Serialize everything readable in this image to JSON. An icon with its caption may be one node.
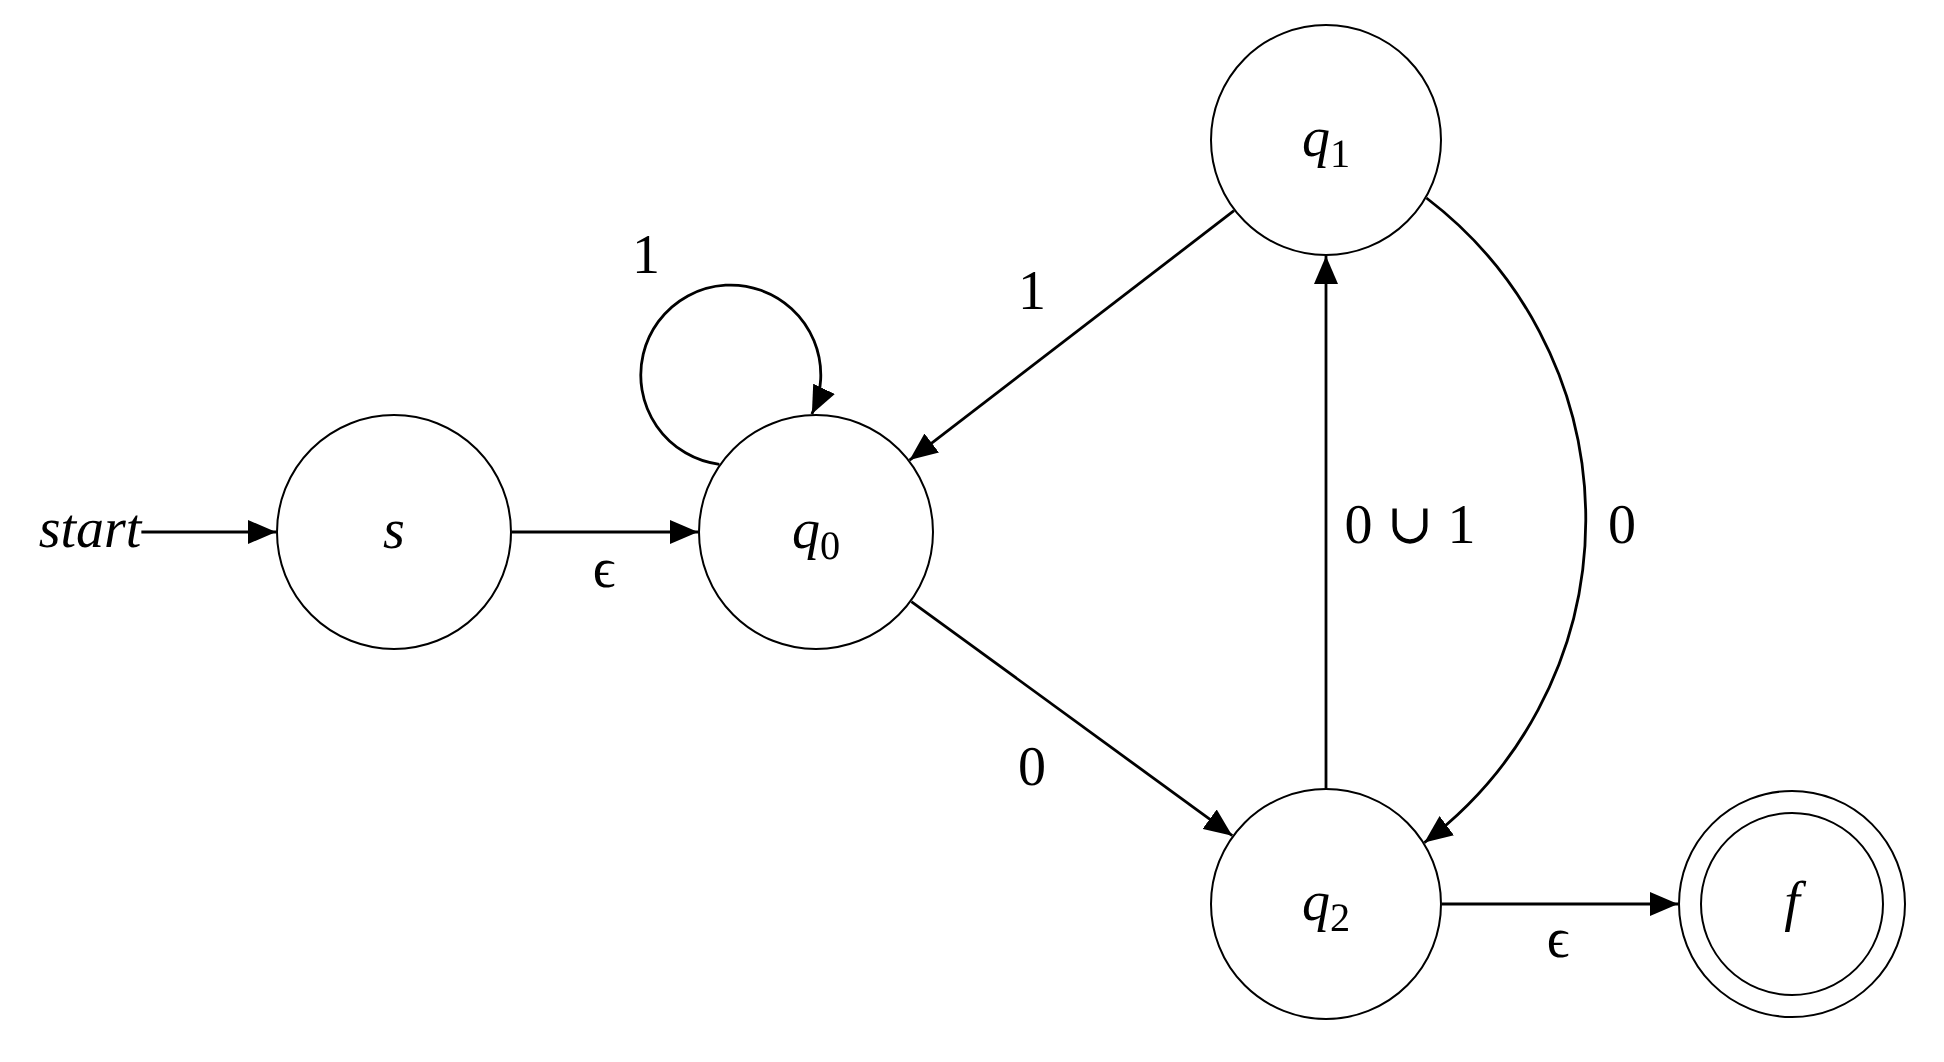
{
  "diagram": {
    "nodes": [
      {
        "text": [
          "start"
        ]
      },
      {
        "text": [
          "s"
        ]
      },
      {
        "text": [
          "q$_{0}$"
        ]
      },
      {
        "text": [
          "q$_{1}$"
        ]
      },
      {
        "text": [
          "q$_{2}$"
        ]
      },
      {
        "text": [
          "f"
        ]
      }
    ],
    "edges": [
      {
        "from": 0,
        "to": 1,
        "arrow": "to"
      },
      {
        "from": 1,
        "to": 2,
        "arrow": "to",
        "label": "ϵ"
      },
      {
        "from": 2,
        "to": 2,
        "arrow": "to",
        "label": "1"
      },
      {
        "from": 3,
        "to": 2,
        "arrow": "to",
        "label": "1"
      },
      {
        "from": 2,
        "to": 4,
        "arrow": "to",
        "label": "0"
      },
      {
        "from": 4,
        "to": 3,
        "arrow": "to",
        "label": "0 ∪ 1"
      },
      {
        "from": 3,
        "to": 4,
        "arrow": "to",
        "label": "0"
      },
      {
        "from": 4,
        "to": 5,
        "arrow": "to",
        "label": "ϵ"
      }
    ]
  }
}
